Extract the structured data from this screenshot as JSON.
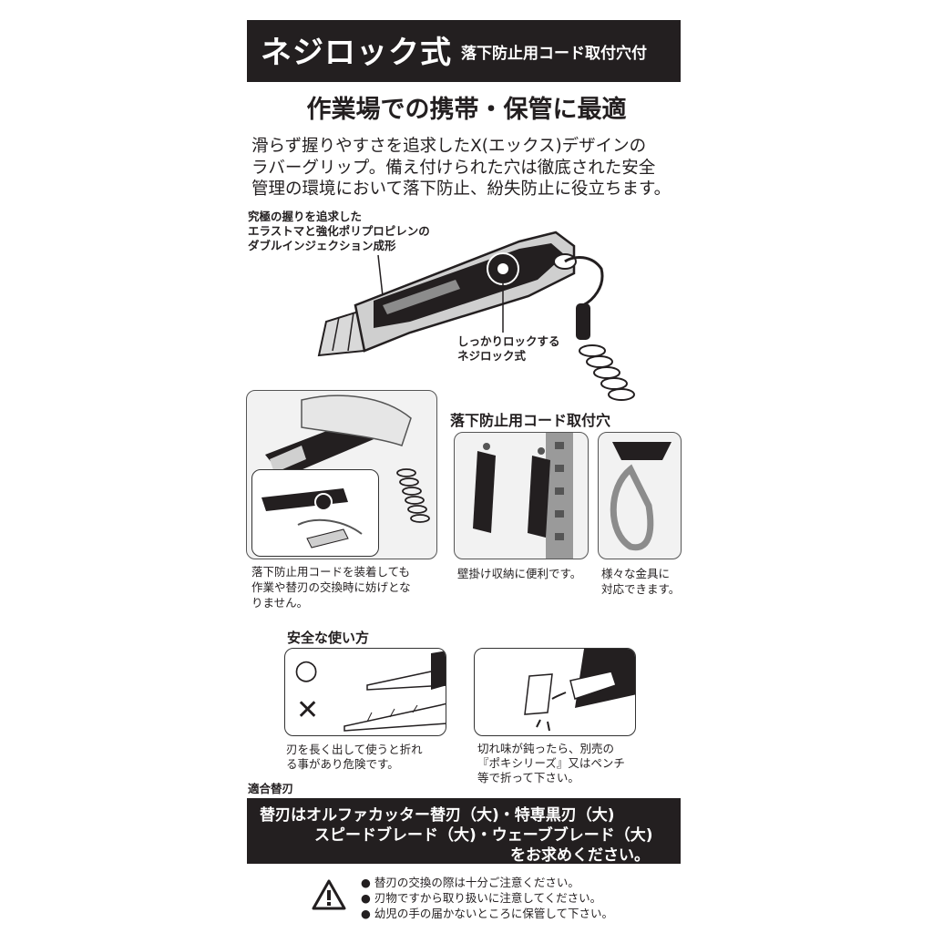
{
  "header": {
    "title": "ネジロック式",
    "subtitle": "落下防止用コード取付穴付"
  },
  "headline": "作業場での携帯・保管に最適",
  "intro": [
    "滑らず握りやすさを追求したX(エックス)デザインの",
    "ラバーグリップ。備え付けられた穴は徹底された安全",
    "管理の環境において落下防止、紛失防止に役立ちます。"
  ],
  "grip_note": [
    "究極の握りを追求した",
    "エラストマと強化ポリプロピレンの",
    "ダブルインジェクション成形"
  ],
  "lock_note": [
    "しっかりロックする",
    "ネジロック式"
  ],
  "cord_heading": "落下防止用コード取付穴",
  "captions": {
    "cord_use": [
      "落下防止用コードを装着しても",
      "作業や替刃の交換時に妨げとな",
      "りません。"
    ],
    "wall": "壁掛け収納に便利です。",
    "fittings": [
      "様々な金具に",
      "対応できます。"
    ]
  },
  "safety": {
    "heading": "安全な使い方",
    "ok_symbol": "○",
    "ng_symbol": "✕",
    "left_caption": [
      "刃を長く出して使うと折れ",
      "る事があり危険です。"
    ],
    "right_caption": [
      "切れ味が鈍ったら、別売の",
      "『ポキシリーズ』又はペンチ",
      "等で折って下さい。"
    ]
  },
  "blades": {
    "label": "適合替刃",
    "lines": [
      "替刃はオルファカッター替刃（大)・特専黒刃（大)",
      "スピードブレード（大)・ウェーブブレード（大)",
      "をお求めください。"
    ]
  },
  "warnings": [
    "● 替刃の交換の際は十分ご注意ください。",
    "● 刃物ですから取り扱いに注意してください。",
    "● 幼児の手の届かないところに保管して下さい。"
  ],
  "colors": {
    "ink": "#231f20",
    "paper": "#ffffff",
    "grey": "#b8b8b8"
  }
}
